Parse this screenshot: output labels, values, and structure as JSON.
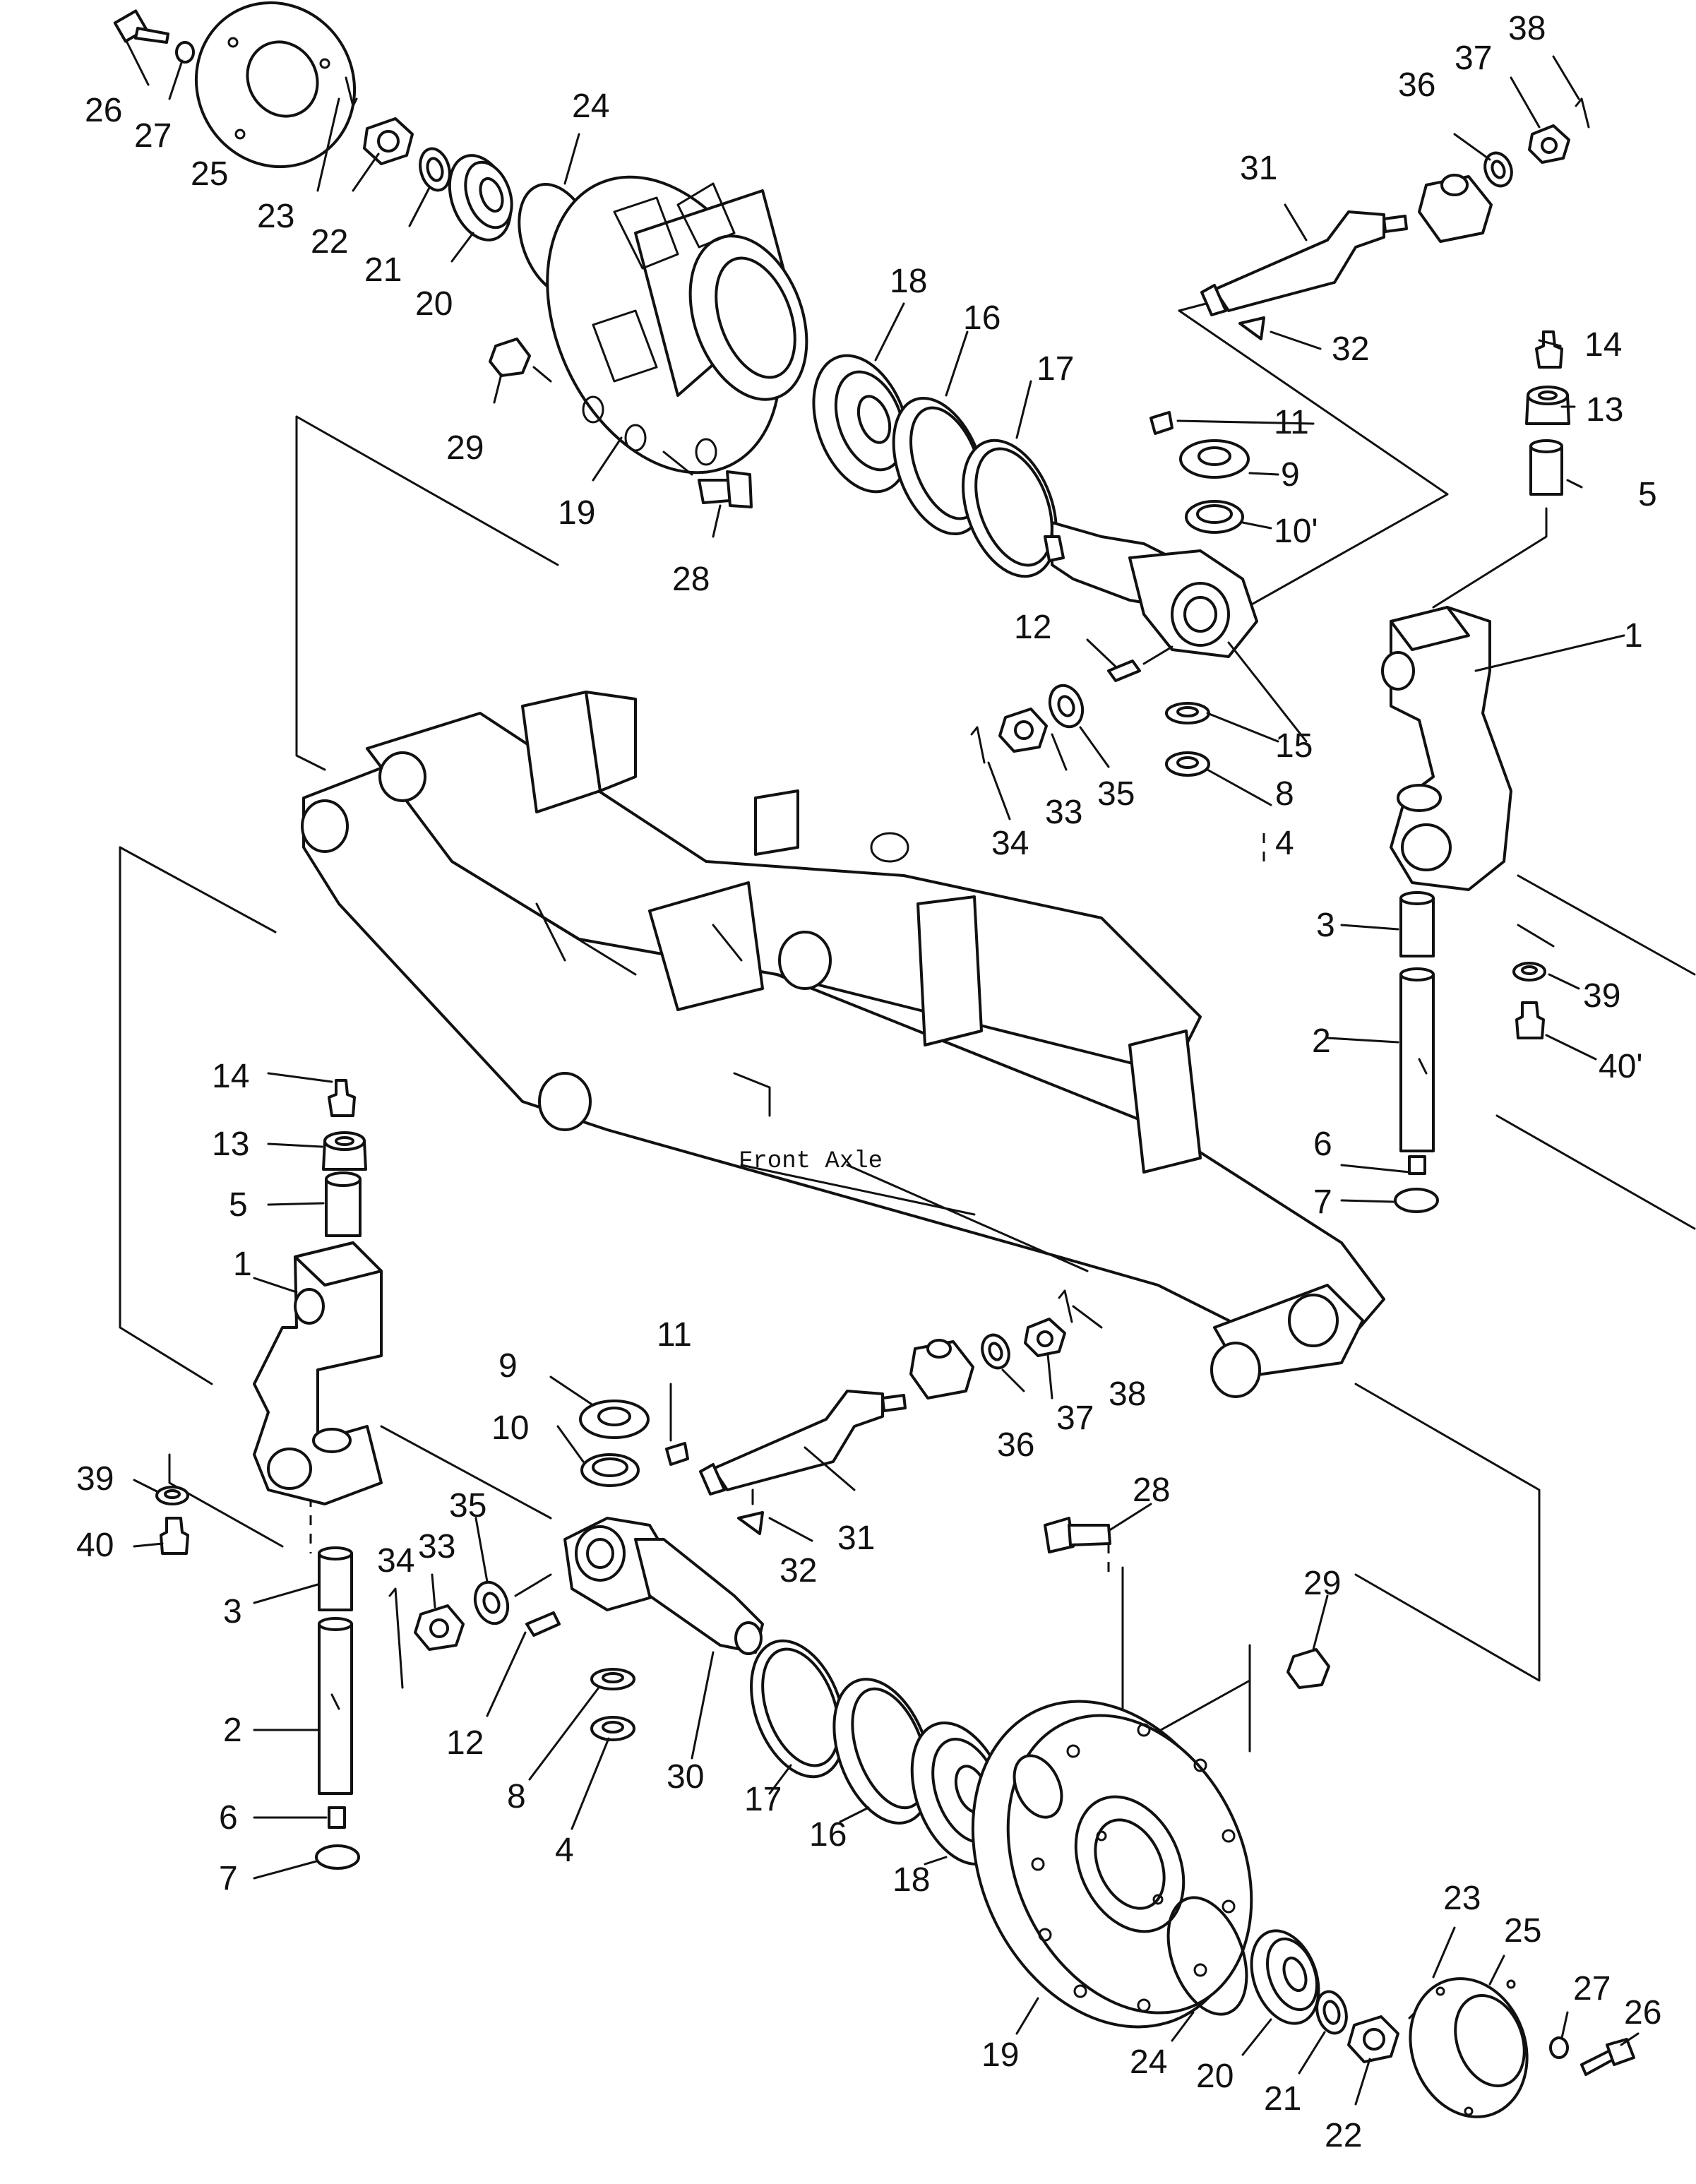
{
  "caption": "Front Axle",
  "labels": {
    "l1_a": "1",
    "l1_b": "1",
    "l2_a": "2",
    "l2_b": "2",
    "l3_a": "3",
    "l3_b": "3",
    "l4_a": "4",
    "l4_b": "4",
    "l5_a": "5",
    "l5_b": "5",
    "l6_a": "6",
    "l6_b": "6",
    "l7_a": "7",
    "l7_b": "7",
    "l8_a": "8",
    "l8_b": "8",
    "l9_a": "9",
    "l9_b": "9",
    "l10_a": "10'",
    "l10_b": "10",
    "l11_a": "11",
    "l11_b": "11",
    "l12_a": "12",
    "l12_b": "12",
    "l13_a": "13",
    "l13_b": "13",
    "l14_a": "14",
    "l14_b": "14",
    "l15": "15",
    "l16_a": "16",
    "l16_b": "16",
    "l17_a": "17",
    "l17_b": "17",
    "l18_a": "18",
    "l18_b": "18",
    "l19_a": "19",
    "l19_b": "19",
    "l20_a": "20",
    "l20_b": "20",
    "l21_a": "21",
    "l21_b": "21",
    "l22_a": "22",
    "l22_b": "22",
    "l23_a": "23",
    "l23_b": "23",
    "l24_a": "24",
    "l24_b": "24",
    "l25_a": "25",
    "l25_b": "25",
    "l26_a": "26",
    "l26_b": "26",
    "l27_a": "27",
    "l27_b": "27",
    "l28_a": "28",
    "l28_b": "28",
    "l29_a": "29",
    "l29_b": "29",
    "l30": "30",
    "l31_a": "31",
    "l31_b": "31",
    "l32_a": "32",
    "l32_b": "32",
    "l33_a": "33",
    "l33_b": "33",
    "l34_a": "34",
    "l34_b": "34",
    "l35_a": "35",
    "l35_b": "35",
    "l36_a": "36",
    "l36_b": "36",
    "l37_a": "37",
    "l37_b": "37",
    "l38_a": "38",
    "l38_b": "38",
    "l39_a": "39",
    "l39_b": "39",
    "l40_a": "40'",
    "l40_b": "40"
  }
}
